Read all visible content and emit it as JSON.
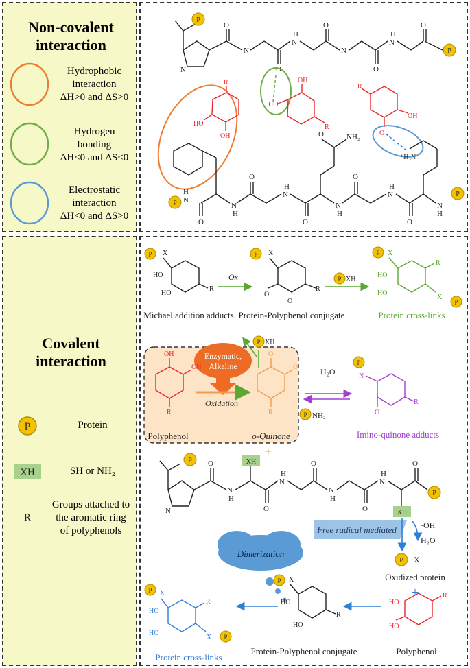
{
  "noncovalent": {
    "title_line1": "Non-covalent",
    "title_line2": "interaction",
    "legend": [
      {
        "lines": [
          "Hydrophobic",
          "interaction",
          "ΔH>0 and ΔS>0"
        ],
        "color": "#ed7d31"
      },
      {
        "lines": [
          "Hydrogen",
          "bonding",
          "ΔH<0 and ΔS<0"
        ],
        "color": "#70ad47"
      },
      {
        "lines": [
          "Electrostatic",
          "interaction",
          "ΔH<0 and ΔS>0"
        ],
        "color": "#5b9bd5"
      }
    ]
  },
  "covalent": {
    "title_line1": "Covalent",
    "title_line2": "interaction",
    "legend": [
      {
        "symbol": "P",
        "label": "Protein"
      },
      {
        "symbol": "XH",
        "label": "SH or NH₂"
      },
      {
        "symbol": "R",
        "label_lines": [
          "Groups attached to",
          "the aromatic ring",
          "of polyphenols"
        ]
      }
    ]
  },
  "diagram": {
    "atoms": {
      "O": "O",
      "N": "N",
      "H": "H",
      "HO": "HO",
      "OH": "OH",
      "NH2": "NH₂",
      "H3N": "⁺H₃N",
      "P": "P",
      "X": "X",
      "XH": "XH",
      "R": "R"
    },
    "labels": {
      "ox": "Ox",
      "p_xh": "P-XH",
      "michael": "Michael addition adducts",
      "conjugate_top": "Protein-Polyphenol conjugate",
      "crosslinks_top": "Protein cross-links",
      "enzymatic_l1": "Enzymatic,",
      "enzymatic_l2": "Alkaline",
      "oxidation": "Oxidation",
      "polyphenol_box": "Polyphenol",
      "oquinone": "o-Quinone",
      "h2o": "H₂O",
      "nh2": "NH₂",
      "imino": "Imino-quinone adducts",
      "plus": "+",
      "free_radical": "Free radical mediated",
      "oh_radical": "·OH",
      "h2o_2": "H₂O",
      "x_radical": "·X",
      "oxidized_protein": "Oxidized protein",
      "dimerization": "Dimerization",
      "crosslinks_bottom": "Protein cross-links",
      "conjugate_bottom": "Protein-Polyphenol conjugate",
      "polyphenol_bottom": "Polyphenol"
    },
    "colors": {
      "black": "#222222",
      "red": "#e8262a",
      "green": "#5aa832",
      "purple": "#a23fd1",
      "orange": "#f29b4e",
      "blue": "#2f7fd6",
      "gold": "#f2c200"
    }
  }
}
